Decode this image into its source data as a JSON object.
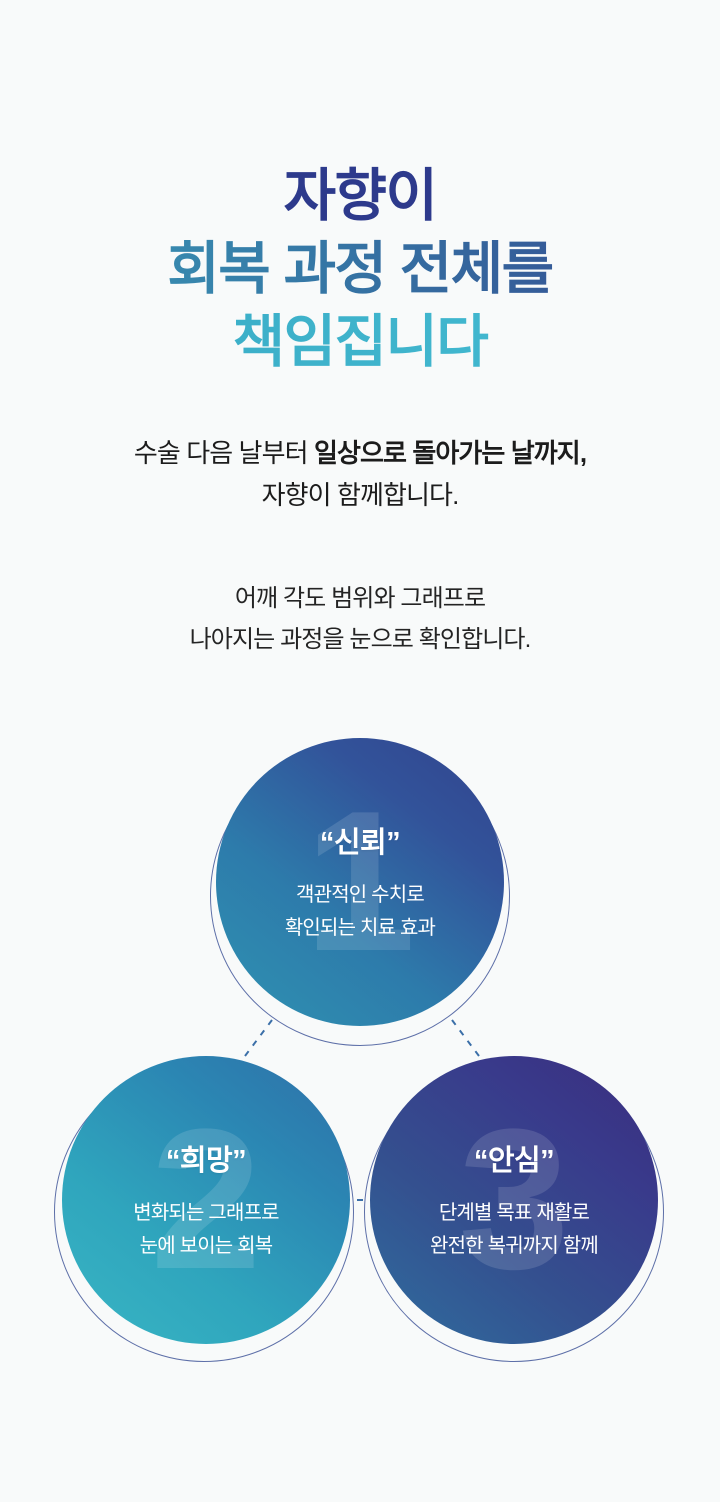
{
  "background_color": "#f8fafa",
  "headline": {
    "line1": "자향이",
    "line2": "회복 과정 전체를",
    "line3": "책임집니다",
    "color_line1": "#2d3a8c",
    "color_line2_start": "#3a9cb8",
    "color_line2_end": "#35488f",
    "color_line3_start": "#38a9c4",
    "color_line3_end": "#45bdd3"
  },
  "lede": {
    "line1_normal": "수술 다음 날부터 ",
    "line1_bold": "일상으로 돌아가는 날까지,",
    "line2": "자향이 함께합니다."
  },
  "subcopy": {
    "line1": "어깨 각도 범위와 그래프로",
    "line2": "나아지는 과정을 눈으로 확인합니다."
  },
  "circles": [
    {
      "number": "1",
      "title": "“신뢰”",
      "desc_line1": "객관적인 수치로",
      "desc_line2": "확인되는 치료 효과",
      "gradient_start": "#2f93b2",
      "gradient_end": "#33438d"
    },
    {
      "number": "2",
      "title": "“희망”",
      "desc_line1": "변화되는 그래프로",
      "desc_line2": "눈에 보이는 회복",
      "gradient_start": "#39b6c4",
      "gradient_end": "#2f6fa8"
    },
    {
      "number": "3",
      "title": "“안심”",
      "desc_line1": "단계별 목표 재활로",
      "desc_line2": "완전한 복귀까지 함께",
      "gradient_start": "#2f6e9f",
      "gradient_end": "#3a2d7d"
    }
  ],
  "connectors": {
    "style": "dashed",
    "color": "#3b6fa8"
  }
}
